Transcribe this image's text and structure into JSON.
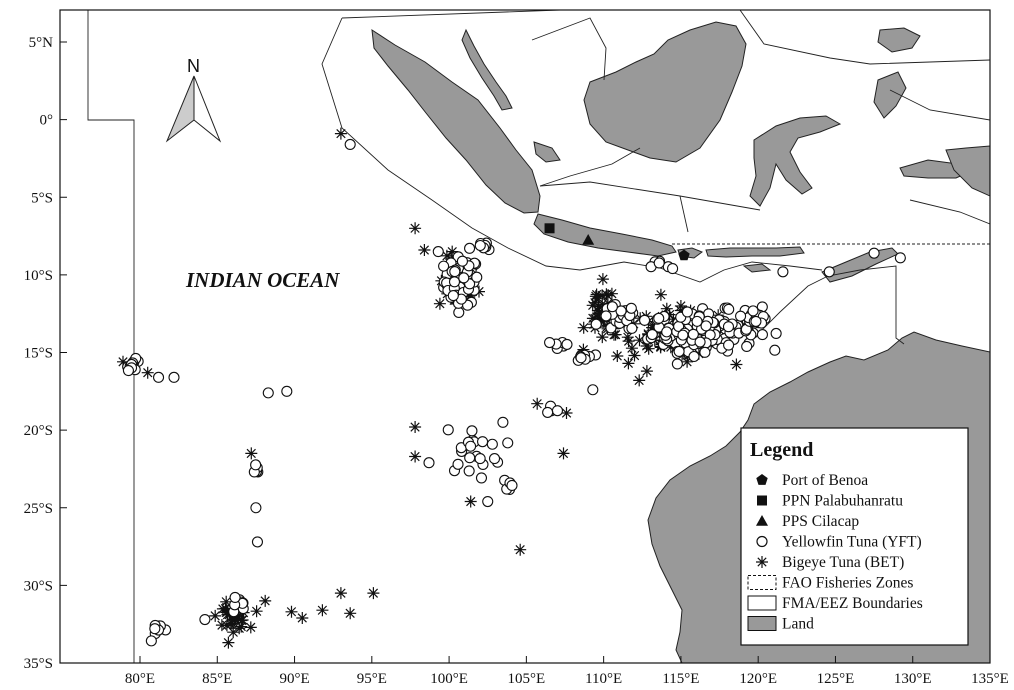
{
  "map": {
    "ocean_label": "INDIAN OCEAN",
    "north_label": "N",
    "colors": {
      "land": "#999999",
      "ocean": "#ffffff",
      "outline": "#222222"
    },
    "x_ticks": [
      {
        "lon": 80,
        "label": "80°E"
      },
      {
        "lon": 85,
        "label": "85°E"
      },
      {
        "lon": 90,
        "label": "90°E"
      },
      {
        "lon": 95,
        "label": "95°E"
      },
      {
        "lon": 100,
        "label": "100°E"
      },
      {
        "lon": 105,
        "label": "105°E"
      },
      {
        "lon": 110,
        "label": "110°E"
      },
      {
        "lon": 115,
        "label": "115°E"
      },
      {
        "lon": 120,
        "label": "120°E"
      },
      {
        "lon": 125,
        "label": "125°E"
      },
      {
        "lon": 130,
        "label": "130°E"
      },
      {
        "lon": 135,
        "label": "135°E"
      }
    ],
    "y_ticks": [
      {
        "lat": 5,
        "label": "5°N"
      },
      {
        "lat": 0,
        "label": "0°"
      },
      {
        "lat": -5,
        "label": "5°S"
      },
      {
        "lat": -10,
        "label": "10°S"
      },
      {
        "lat": -15,
        "label": "15°S"
      },
      {
        "lat": -20,
        "label": "20°S"
      },
      {
        "lat": -25,
        "label": "25°S"
      },
      {
        "lat": -30,
        "label": "30°S"
      },
      {
        "lat": -35,
        "label": "35°S"
      }
    ]
  },
  "legend": {
    "title": "Legend",
    "items": [
      {
        "symbol": "pentagon",
        "label": "Port of Benoa"
      },
      {
        "symbol": "square",
        "label": "PPN Palabuhanratu"
      },
      {
        "symbol": "triangle",
        "label": "PPS Cilacap"
      },
      {
        "symbol": "circle",
        "label": "Yellowfin Tuna (YFT)"
      },
      {
        "symbol": "asterisk",
        "label": "Bigeye Tuna (BET)"
      },
      {
        "symbol": "dashed-box",
        "label": "FAO Fisheries Zones"
      },
      {
        "symbol": "empty-box",
        "label": "FMA/EEZ Boundaries"
      },
      {
        "symbol": "filled-box",
        "label": "Land"
      }
    ]
  },
  "ports": [
    {
      "name": "Port of Benoa",
      "symbol": "pentagon",
      "lon": 115.2,
      "lat": -8.75
    },
    {
      "name": "PPN Palabuhanratu",
      "symbol": "square",
      "lon": 106.5,
      "lat": -7.0
    },
    {
      "name": "PPS Cilacap",
      "symbol": "triangle",
      "lon": 109.0,
      "lat": -7.75
    }
  ],
  "catch_clusters": [
    {
      "species": "YFT",
      "lon": 100.8,
      "lat": -10.4,
      "sd_lon": 0.8,
      "sd_lat": 1.1,
      "n": 70
    },
    {
      "species": "BET",
      "lon": 100.6,
      "lat": -10.6,
      "sd_lon": 0.9,
      "sd_lat": 1.2,
      "n": 40
    },
    {
      "species": "YFT",
      "lon": 116.5,
      "lat": -13.6,
      "sd_lon": 2.4,
      "sd_lat": 0.9,
      "n": 190
    },
    {
      "species": "BET",
      "lon": 114.5,
      "lat": -13.8,
      "sd_lon": 2.6,
      "sd_lat": 1.1,
      "n": 90
    },
    {
      "species": "YFT",
      "lon": 111.0,
      "lat": -12.8,
      "sd_lon": 0.8,
      "sd_lat": 0.6,
      "n": 30
    },
    {
      "species": "BET",
      "lon": 109.8,
      "lat": -12.5,
      "sd_lon": 0.7,
      "sd_lat": 1.3,
      "n": 30
    },
    {
      "species": "YFT",
      "lon": 108.8,
      "lat": -15.3,
      "sd_lon": 0.4,
      "sd_lat": 0.3,
      "n": 10
    },
    {
      "species": "YFT",
      "lon": 107.3,
      "lat": -14.5,
      "sd_lon": 0.4,
      "sd_lat": 0.2,
      "n": 6
    },
    {
      "species": "YFT",
      "lon": 119.8,
      "lat": -12.6,
      "sd_lon": 0.6,
      "sd_lat": 0.4,
      "n": 18
    },
    {
      "species": "YFT",
      "lon": 79.6,
      "lat": -15.8,
      "sd_lon": 0.3,
      "sd_lat": 0.25,
      "n": 14
    },
    {
      "species": "YFT",
      "lon": 81.2,
      "lat": -33.0,
      "sd_lon": 0.5,
      "sd_lat": 0.4,
      "n": 8
    },
    {
      "species": "BET",
      "lon": 86.0,
      "lat": -32.0,
      "sd_lon": 0.7,
      "sd_lat": 0.6,
      "n": 35
    },
    {
      "species": "YFT",
      "lon": 86.3,
      "lat": -31.3,
      "sd_lon": 0.4,
      "sd_lat": 0.5,
      "n": 8
    },
    {
      "species": "YFT",
      "lon": 87.5,
      "lat": -22.6,
      "sd_lon": 0.2,
      "sd_lat": 0.3,
      "n": 5
    },
    {
      "species": "YFT",
      "lon": 101.5,
      "lat": -21.2,
      "sd_lon": 1.4,
      "sd_lat": 1.2,
      "n": 22
    },
    {
      "species": "YFT",
      "lon": 103.8,
      "lat": -23.5,
      "sd_lon": 0.3,
      "sd_lat": 0.4,
      "n": 5
    },
    {
      "species": "YFT",
      "lon": 106.5,
      "lat": -18.8,
      "sd_lon": 0.5,
      "sd_lat": 0.3,
      "n": 5
    },
    {
      "species": "YFT",
      "lon": 102.2,
      "lat": -8.3,
      "sd_lon": 0.6,
      "sd_lat": 0.3,
      "n": 8
    },
    {
      "species": "YFT",
      "lon": 113.8,
      "lat": -9.4,
      "sd_lon": 0.5,
      "sd_lat": 0.3,
      "n": 6
    }
  ],
  "catch_points": [
    {
      "species": "YFT",
      "lon": 82.2,
      "lat": -16.6
    },
    {
      "species": "YFT",
      "lon": 81.2,
      "lat": -16.6
    },
    {
      "species": "BET",
      "lon": 78.9,
      "lat": -15.6
    },
    {
      "species": "BET",
      "lon": 80.5,
      "lat": -16.3
    },
    {
      "species": "YFT",
      "lon": 93.6,
      "lat": -1.6
    },
    {
      "species": "BET",
      "lon": 93.0,
      "lat": -0.9
    },
    {
      "species": "YFT",
      "lon": 88.3,
      "lat": -17.6
    },
    {
      "species": "YFT",
      "lon": 89.5,
      "lat": -17.5
    },
    {
      "species": "BET",
      "lon": 87.2,
      "lat": -21.5
    },
    {
      "species": "YFT",
      "lon": 87.5,
      "lat": -25.0
    },
    {
      "species": "YFT",
      "lon": 87.6,
      "lat": -27.2
    },
    {
      "species": "YFT",
      "lon": 84.2,
      "lat": -32.2
    },
    {
      "species": "BET",
      "lon": 88.1,
      "lat": -31.0
    },
    {
      "species": "BET",
      "lon": 89.8,
      "lat": -31.7
    },
    {
      "species": "BET",
      "lon": 90.5,
      "lat": -32.1
    },
    {
      "species": "BET",
      "lon": 91.8,
      "lat": -31.6
    },
    {
      "species": "BET",
      "lon": 93.0,
      "lat": -30.5
    },
    {
      "species": "BET",
      "lon": 93.6,
      "lat": -31.8
    },
    {
      "species": "BET",
      "lon": 95.1,
      "lat": -30.5
    },
    {
      "species": "BET",
      "lon": 104.6,
      "lat": -27.7
    },
    {
      "species": "BET",
      "lon": 97.8,
      "lat": -19.8
    },
    {
      "species": "BET",
      "lon": 97.8,
      "lat": -21.7
    },
    {
      "species": "YFT",
      "lon": 98.7,
      "lat": -22.1
    },
    {
      "species": "BET",
      "lon": 101.4,
      "lat": -24.6
    },
    {
      "species": "YFT",
      "lon": 102.5,
      "lat": -24.6
    },
    {
      "species": "BET",
      "lon": 105.7,
      "lat": -18.3
    },
    {
      "species": "BET",
      "lon": 107.6,
      "lat": -18.9
    },
    {
      "species": "BET",
      "lon": 107.4,
      "lat": -21.5
    },
    {
      "species": "YFT",
      "lon": 109.3,
      "lat": -17.4
    },
    {
      "species": "BET",
      "lon": 97.8,
      "lat": -7.0
    },
    {
      "species": "BET",
      "lon": 98.4,
      "lat": -8.4
    },
    {
      "species": "YFT",
      "lon": 99.3,
      "lat": -8.5
    },
    {
      "species": "YFT",
      "lon": 121.6,
      "lat": -9.8
    },
    {
      "species": "YFT",
      "lon": 124.6,
      "lat": -9.8
    },
    {
      "species": "YFT",
      "lon": 127.5,
      "lat": -8.6
    },
    {
      "species": "YFT",
      "lon": 129.2,
      "lat": -8.9
    },
    {
      "species": "BET",
      "lon": 111.6,
      "lat": -15.7
    },
    {
      "species": "BET",
      "lon": 112.3,
      "lat": -16.8
    },
    {
      "species": "BET",
      "lon": 112.8,
      "lat": -16.2
    },
    {
      "species": "BET",
      "lon": 115.4,
      "lat": -15.6
    }
  ]
}
